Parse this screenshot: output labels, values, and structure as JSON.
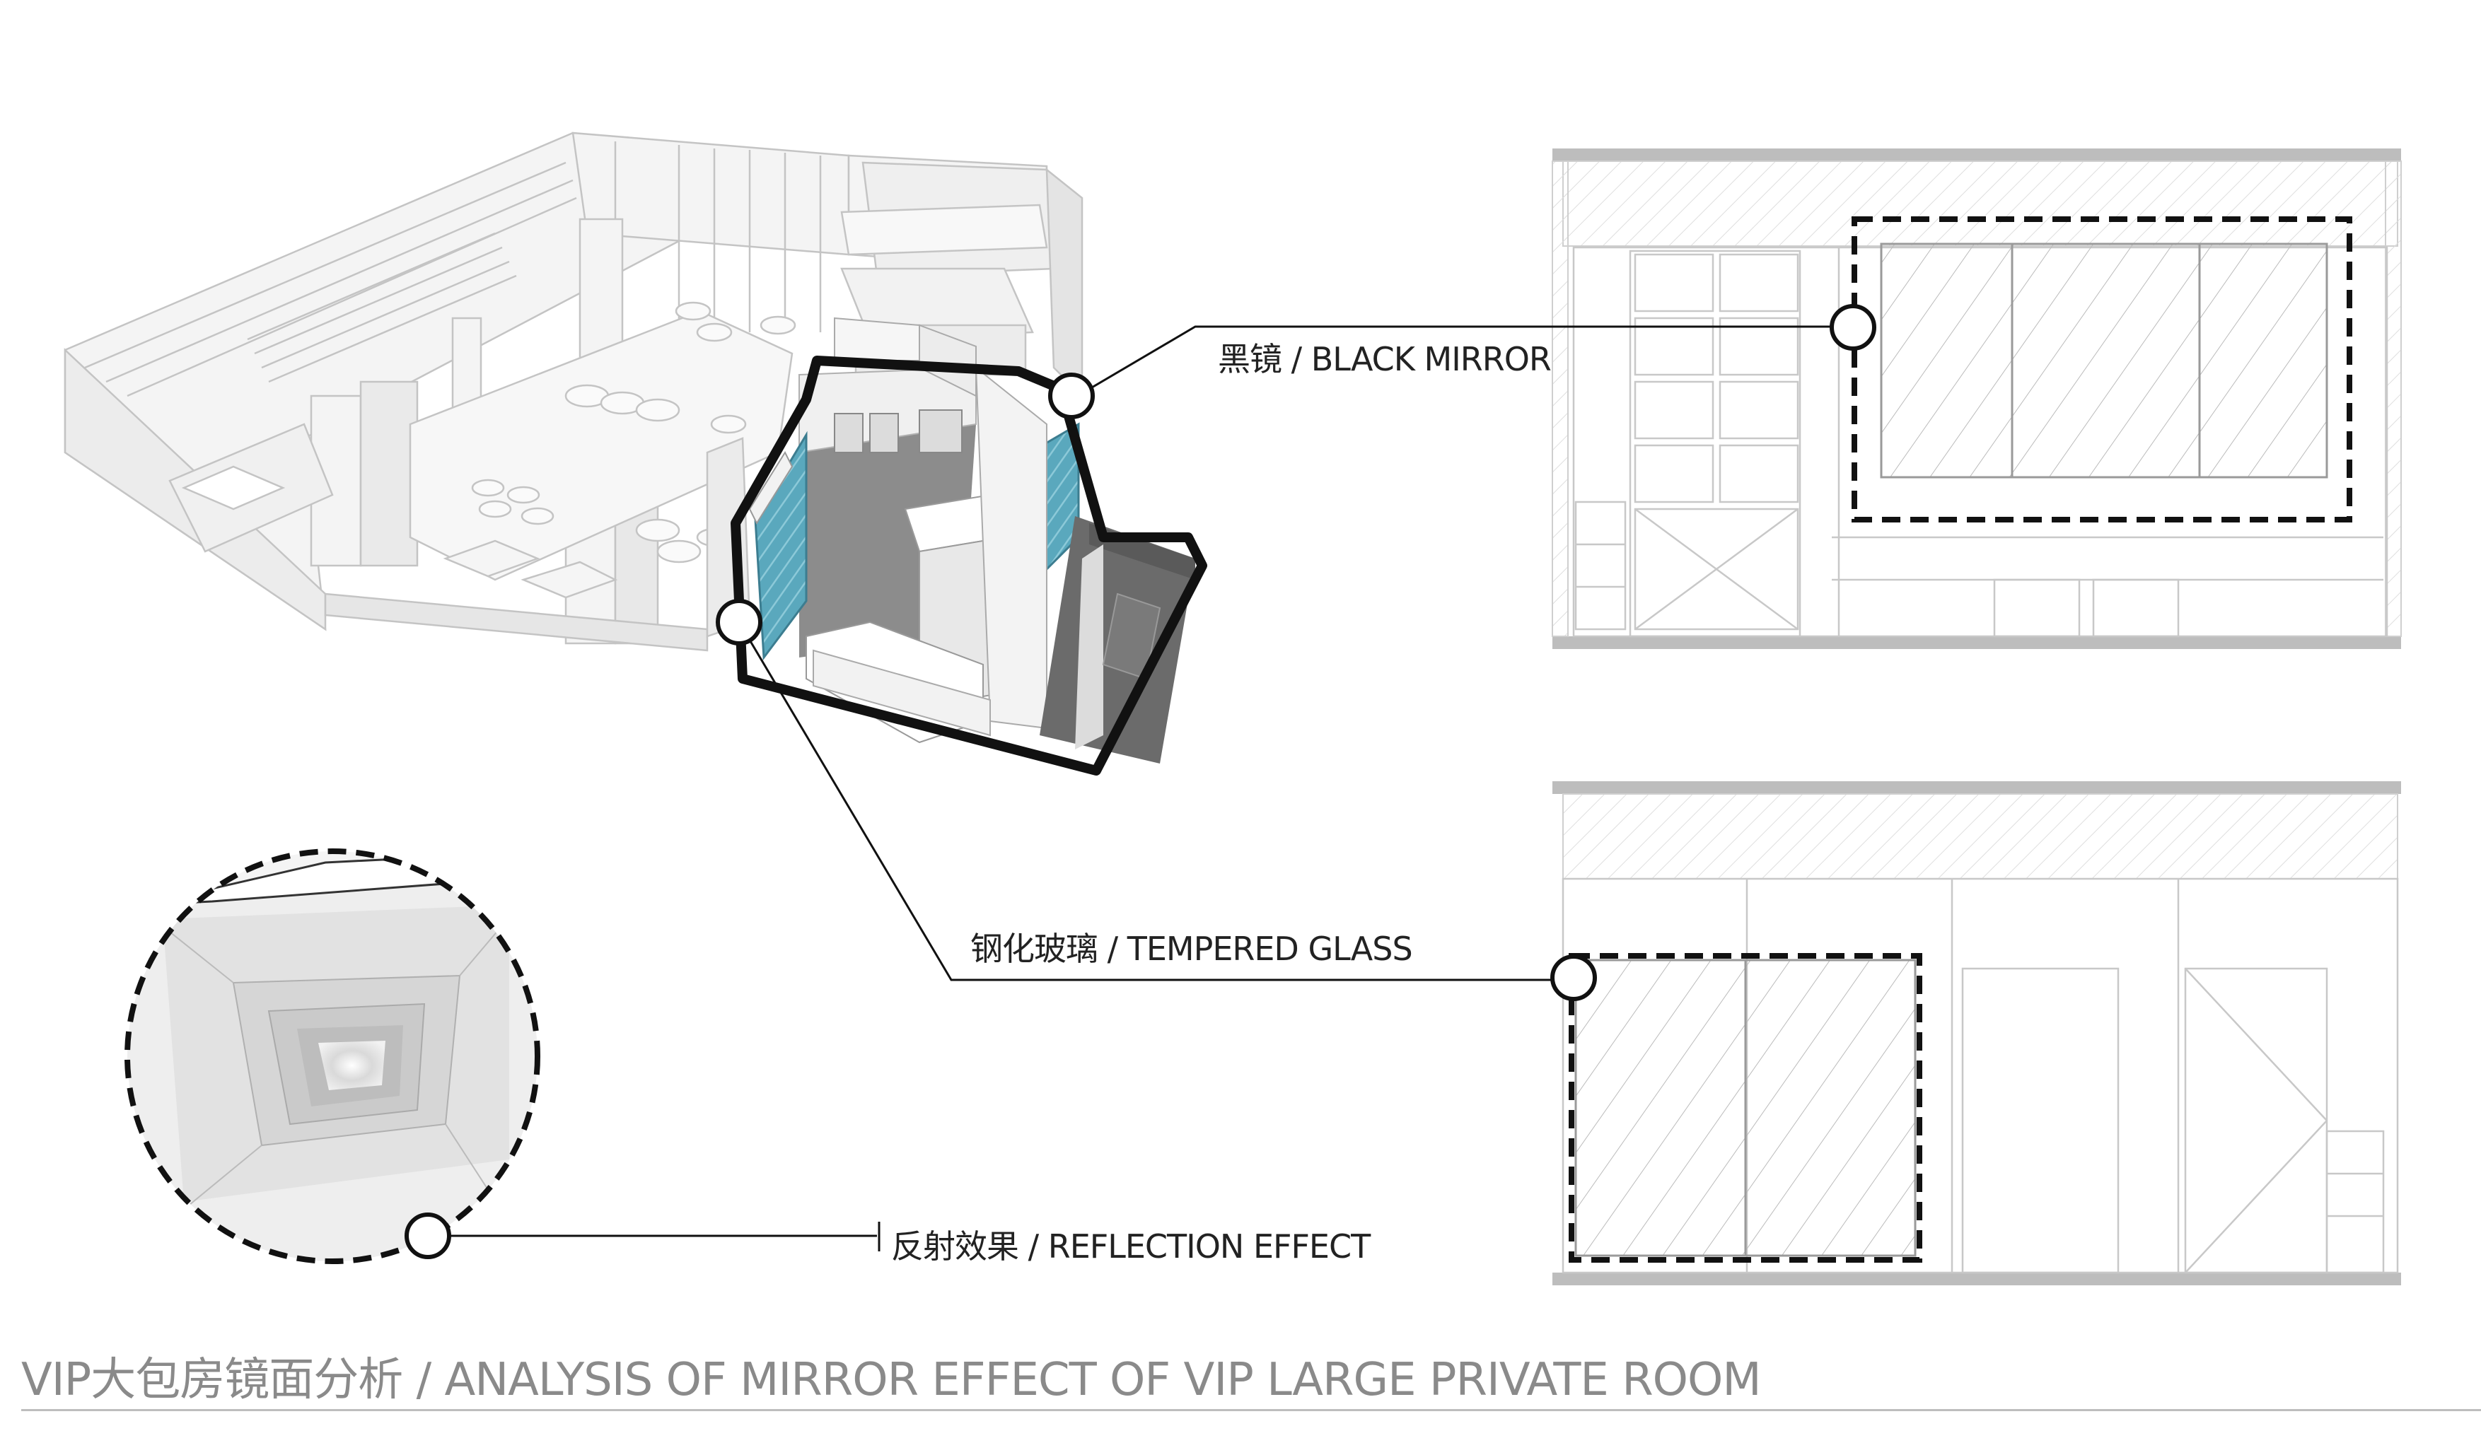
{
  "callouts": {
    "black_mirror": "黑镜 / BLACK MIRROR",
    "tempered_glass": "钢化玻璃 / TEMPERED GLASS",
    "reflection_effect": "反射效果 / REFLECTION EFFECT"
  },
  "title": "VIP大包房镜面分析 / ANALYSIS OF MIRROR EFFECT OF VIP LARGE PRIVATE ROOM",
  "colors": {
    "outline": "#111111",
    "glass_teal": "#4f9fb6",
    "floor_grey": "#8c8c8c",
    "dark_grey": "#5a5a5a",
    "faded_line": "#c4c4c4",
    "title_grey": "#8a8a8a"
  }
}
